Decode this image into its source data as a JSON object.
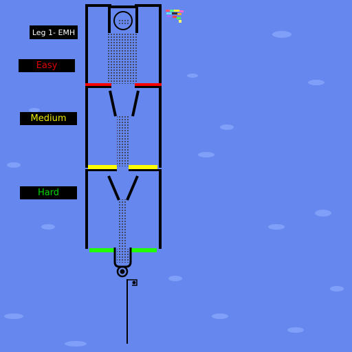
{
  "level": {
    "title": "Leg 1- EMH"
  },
  "sections": [
    {
      "key": "easy",
      "label": "Easy",
      "color": "#e00000",
      "bar_color": "#ff0000"
    },
    {
      "key": "medium",
      "label": "Medium",
      "color": "#e8e800",
      "bar_color": "#ffff00"
    },
    {
      "key": "hard",
      "label": "Hard",
      "color": "#00d800",
      "bar_color": "#22ff00"
    }
  ],
  "theme": {
    "sky": "#6688ee",
    "cloud": "#88aaff",
    "wall": "#000000",
    "particles": "#333333"
  },
  "icons": {
    "ball_launcher": "ball-launcher-icon",
    "target": "target-ring-icon",
    "flag": "finish-flag-icon",
    "pixel_logo": "pixel-logo-icon"
  }
}
